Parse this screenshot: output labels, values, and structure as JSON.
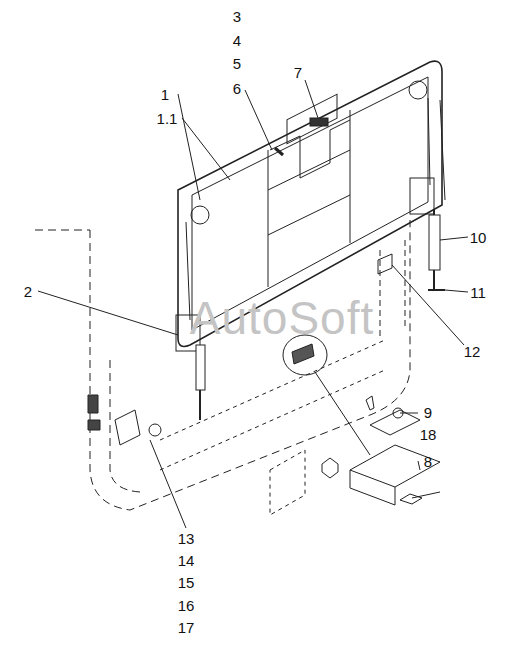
{
  "diagram": {
    "labels": [
      "3",
      "4",
      "5",
      "1",
      "1.1",
      "6",
      "7",
      "2",
      "10",
      "11",
      "12",
      "9",
      "18",
      "8",
      "13",
      "14",
      "15",
      "16",
      "17",
      "AutoSoft"
    ]
  }
}
